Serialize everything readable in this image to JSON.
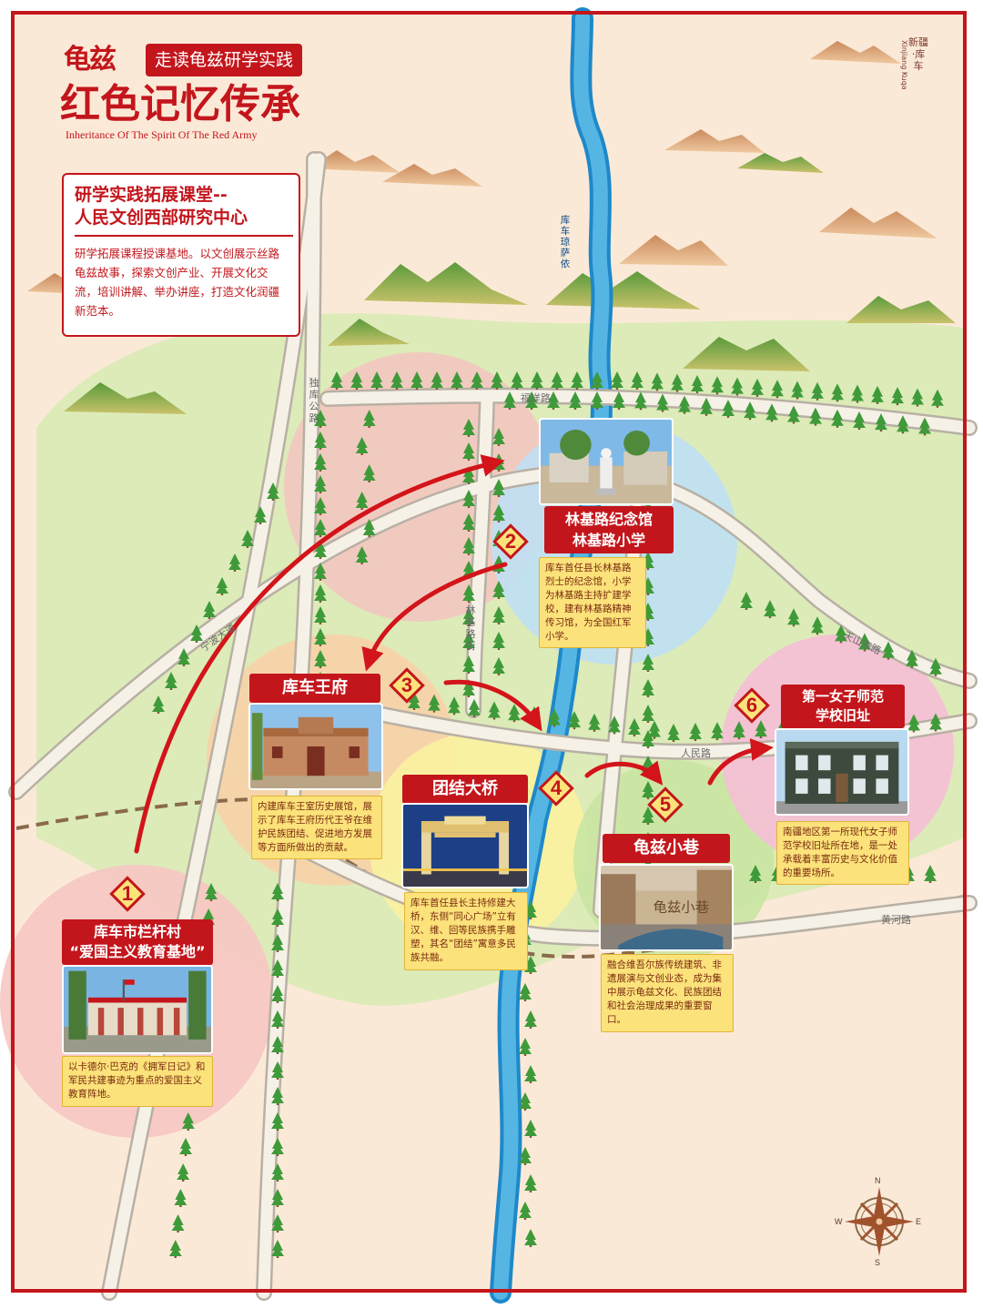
{
  "header": {
    "logo_text": "龟兹",
    "tagline": "走读龟兹研学实践",
    "title": "红色记忆传承",
    "subtitle": "Inheritance Of The Spirit Of The Red Army",
    "region_cn": "新疆·库车",
    "region_en": "Xinjiang Kuqa"
  },
  "intro": {
    "title_line1": "研学实践拓展课堂--",
    "title_line2": "人民文创西部研究中心",
    "body": "研学拓展课程授课基地。以文创展示丝路龟兹故事，探索文创产业、开展文化交流，培训讲解、举办讲座，打造文化润疆新范本。"
  },
  "roads": {
    "fuyang": "福洋路",
    "duku": "独库公路",
    "ningbo": "宁波大道",
    "linji": "林基路街",
    "tianshan_east": "天山东路",
    "renmin": "人民路",
    "huanghe": "黄河路"
  },
  "river": "库车琼萨依",
  "compass": {
    "n": "N",
    "s": "S",
    "e": "E",
    "w": "W"
  },
  "stops": [
    {
      "num": "1",
      "name_line1": "库车市栏杆村",
      "name_line2": "“爱国主义教育基地”",
      "desc": "以卡德尔·巴克的《拥军日记》和军民共建事迹为重点的爱国主义教育阵地。"
    },
    {
      "num": "2",
      "name_line1": "林基路纪念馆",
      "name_line2": "林基路小学",
      "desc": "库车首任县长林基路烈士的纪念馆，小学为林基路主持扩建学校，建有林基路精神传习馆，为全国红军小学。"
    },
    {
      "num": "3",
      "name_line1": "库车王府",
      "name_line2": "",
      "desc": "内建库车王室历史展馆，展示了库车王府历代王爷在维护民族团结、促进地方发展等方面所做出的贡献。"
    },
    {
      "num": "4",
      "name_line1": "团结大桥",
      "name_line2": "",
      "desc": "库车首任县长主持修建大桥，东侧“同心广场”立有汉、维、回等民族携手雕塑，其名“团结”寓意多民族共融。"
    },
    {
      "num": "5",
      "name_line1": "龟兹小巷",
      "name_line2": "",
      "desc": "融合维吾尔族传统建筑、非遗展演与文创业态，成为集中展示龟兹文化、民族团结和社会治理成果的重要窗口。"
    },
    {
      "num": "6",
      "name_line1": "第一女子师范",
      "name_line2": "学校旧址",
      "desc": "南疆地区第一所现代女子师范学校旧址所在地，是一处承载着丰富历史与文化价值的重要场所。"
    }
  ],
  "photo_texts": {
    "stop5_sign": "龟兹小巷"
  },
  "colors": {
    "brand_red": "#c3161c",
    "background": "#fbe9d7",
    "green_zone": "#dcebb8",
    "river": "#3da5d8",
    "label_yellow": "#fbe27a"
  }
}
